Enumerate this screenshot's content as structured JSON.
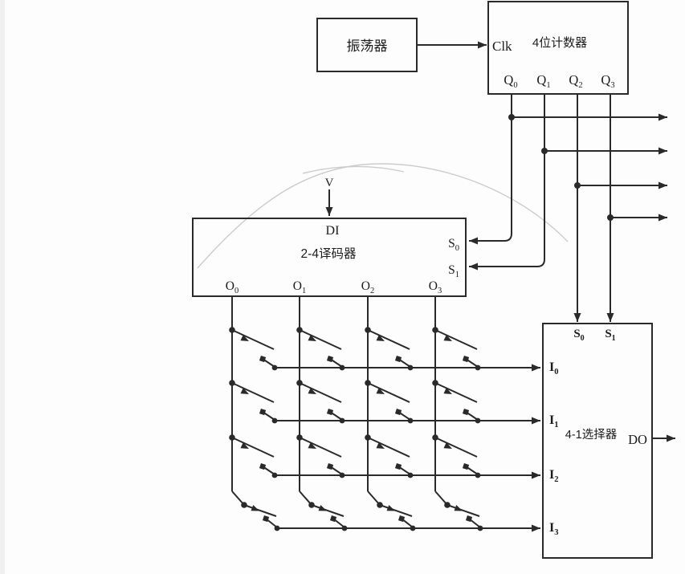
{
  "diagram": {
    "oscillator": {
      "label": "振荡器"
    },
    "counter": {
      "clk": "Clk",
      "title": "4位计数器",
      "outputs": [
        {
          "base": "Q",
          "sub": "0"
        },
        {
          "base": "Q",
          "sub": "1"
        },
        {
          "base": "Q",
          "sub": "2"
        },
        {
          "base": "Q",
          "sub": "3"
        }
      ]
    },
    "decoder": {
      "supply": "V",
      "input": "DI",
      "title": "2-4译码器",
      "selects": [
        {
          "base": "S",
          "sub": "0"
        },
        {
          "base": "S",
          "sub": "1"
        }
      ],
      "outputs": [
        {
          "base": "O",
          "sub": "0"
        },
        {
          "base": "O",
          "sub": "1"
        },
        {
          "base": "O",
          "sub": "2"
        },
        {
          "base": "O",
          "sub": "3"
        }
      ]
    },
    "selector": {
      "title": "4-1选择器",
      "selects": [
        {
          "base": "S",
          "sub": "0"
        },
        {
          "base": "S",
          "sub": "1"
        }
      ],
      "inputs": [
        {
          "base": "I",
          "sub": "0"
        },
        {
          "base": "I",
          "sub": "1"
        },
        {
          "base": "I",
          "sub": "2"
        },
        {
          "base": "I",
          "sub": "3"
        }
      ],
      "output": "DO"
    },
    "matrix": {
      "rows": 4,
      "columns": 4,
      "switch_state": "open"
    },
    "colors": {
      "line": "#2a2a2a",
      "text": "#1c1c1c",
      "background": "#fdfdfd",
      "faint_marks": "#cccccc"
    }
  }
}
